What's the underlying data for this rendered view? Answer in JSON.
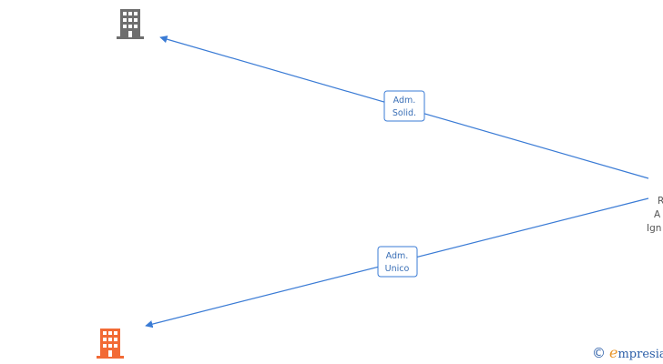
{
  "nodes": {
    "company_top": {
      "icon": "building-icon",
      "color": "#6e6e6e"
    },
    "company_bottom": {
      "icon": "building-icon",
      "color": "#f26a35"
    },
    "person": {
      "lines": [
        "R",
        "A",
        "Ign"
      ]
    }
  },
  "edges": [
    {
      "label_line1": "Adm.",
      "label_line2": "Solid.",
      "color": "#3a7bd5"
    },
    {
      "label_line1": "Adm.",
      "label_line2": "Unico",
      "color": "#3a7bd5"
    }
  ],
  "watermark": {
    "copyright_symbol": "©",
    "brand_initial": "e",
    "brand_rest": "mpresia"
  }
}
